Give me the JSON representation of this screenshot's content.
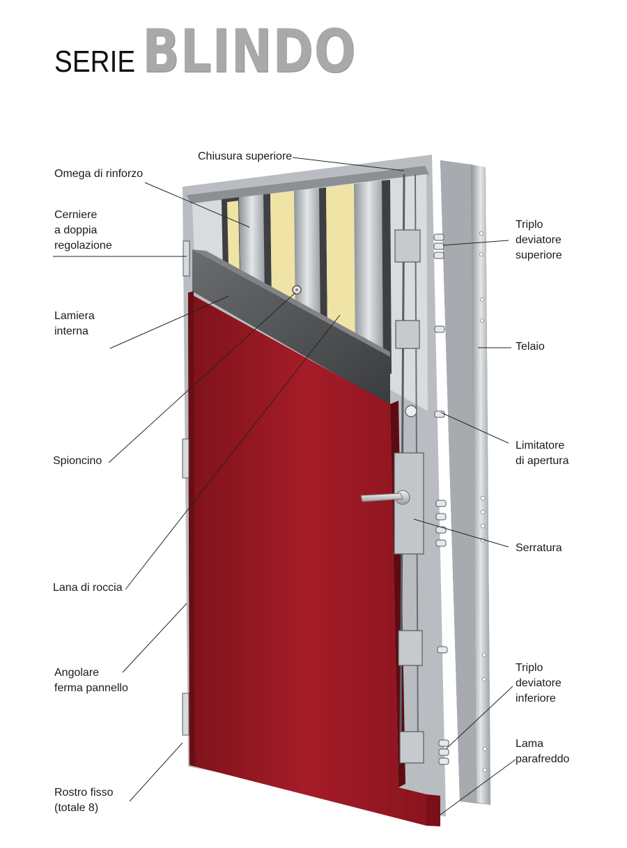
{
  "title": {
    "prefix": "SERIE",
    "name": "BLINDO"
  },
  "colors": {
    "panel": "#9d1a24",
    "panel_dark": "#6e0f16",
    "frame": "#b8bcc0",
    "inner_sheet": "#4a4c4e",
    "insulation": "#efe3a6",
    "leader": "#222222"
  },
  "labels": {
    "omega": "Omega di rinforzo",
    "cerniere": "Cerniere\na doppia\nregolazione",
    "lamiera": "Lamiera\ninterna",
    "spioncino": "Spioncino",
    "lana": "Lana di roccia",
    "angolare": "Angolare\nferma pannello",
    "rostro": "Rostro fisso\n(totale 8)",
    "chiusura": "Chiusura superiore",
    "triplo_sup": "Triplo\ndeviatore\nsuperiore",
    "telaio": "Telaio",
    "limitatore": "Limitatore\ndi apertura",
    "serratura": "Serratura",
    "triplo_inf": "Triplo\ndeviatore\ninferiore",
    "lama": "Lama\nparafreddo"
  }
}
